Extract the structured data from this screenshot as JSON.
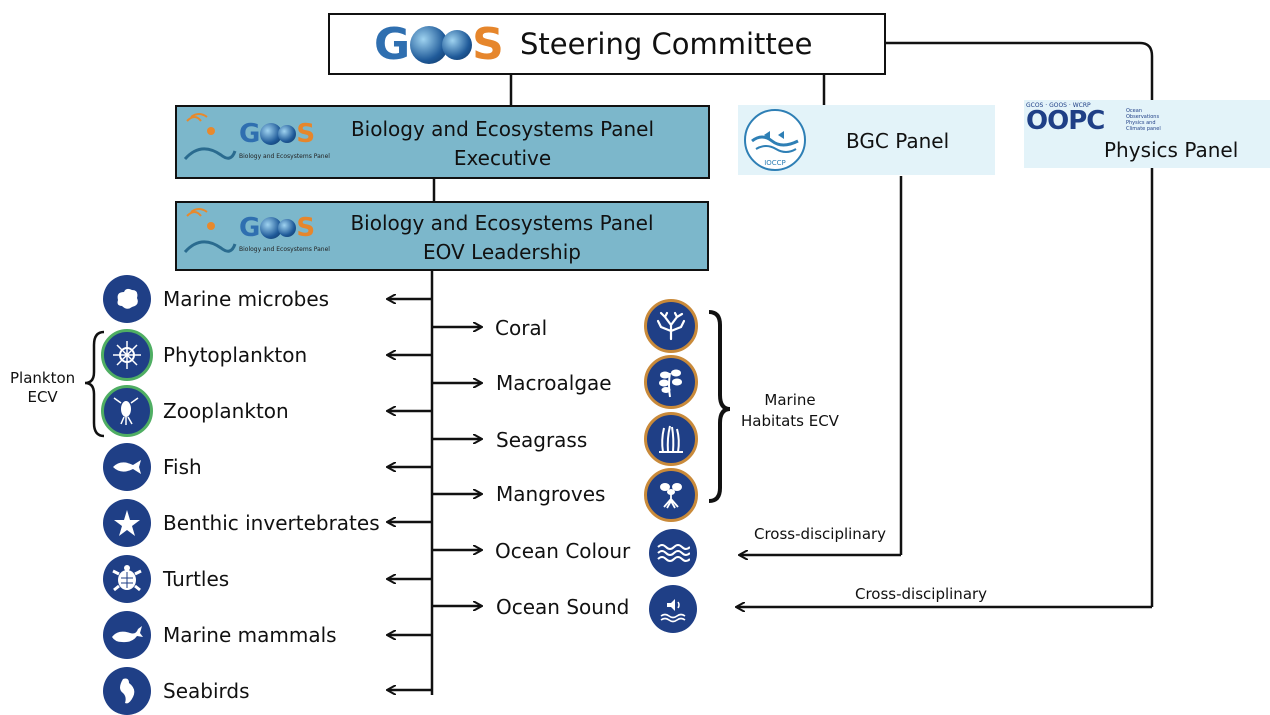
{
  "steering": {
    "logo": "GOOS",
    "title": "Steering Committee"
  },
  "bep_exec": {
    "logo": "GOOS",
    "logo_sub": "Biology and Ecosystems Panel",
    "line1": "Biology and Ecosystems Panel",
    "line2": "Executive"
  },
  "bep_eov": {
    "logo": "GOOS",
    "logo_sub": "Biology and Ecosystems Panel",
    "line1": "Biology and Ecosystems Panel",
    "line2": "EOV Leadership"
  },
  "bgc": {
    "title": "BGC Panel",
    "logo_text": "IOCCP"
  },
  "physics": {
    "title": "Physics Panel",
    "logo_top": "GCOS · GOOS · WCRP",
    "logo_main": "OOPC",
    "logo_side": "Ocean Observations Physics and Climate panel"
  },
  "left_eovs": [
    {
      "label": "Marine microbes",
      "icon": "microbe-icon"
    },
    {
      "label": "Phytoplankton",
      "icon": "phytoplankton-icon"
    },
    {
      "label": "Zooplankton",
      "icon": "zooplankton-icon"
    },
    {
      "label": "Fish",
      "icon": "fish-icon"
    },
    {
      "label": "Benthic invertebrates",
      "icon": "starfish-icon"
    },
    {
      "label": "Turtles",
      "icon": "turtle-icon"
    },
    {
      "label": "Marine mammals",
      "icon": "whale-icon"
    },
    {
      "label": "Seabirds",
      "icon": "seabird-icon"
    }
  ],
  "right_eovs": [
    {
      "label": "Coral",
      "icon": "coral-icon"
    },
    {
      "label": "Macroalgae",
      "icon": "macroalgae-icon"
    },
    {
      "label": "Seagrass",
      "icon": "seagrass-icon"
    },
    {
      "label": "Mangroves",
      "icon": "mangrove-icon"
    },
    {
      "label": "Ocean Colour",
      "icon": "wave-icon"
    },
    {
      "label": "Ocean Sound",
      "icon": "sound-icon"
    }
  ],
  "plankton_ecv": {
    "line1": "Plankton",
    "line2": "ECV"
  },
  "habitats_ecv": {
    "line1": "Marine",
    "line2": "Habitats ECV"
  },
  "cross1": "Cross-disciplinary",
  "cross2": "Cross-disciplinary",
  "colors": {
    "panel_fill": "#7cb7cb",
    "icon_fill": "#1f3f86",
    "plankton_ring": "#4fae63",
    "habitat_ring": "#c98a3a",
    "light_panel": "#e3f3f9"
  }
}
